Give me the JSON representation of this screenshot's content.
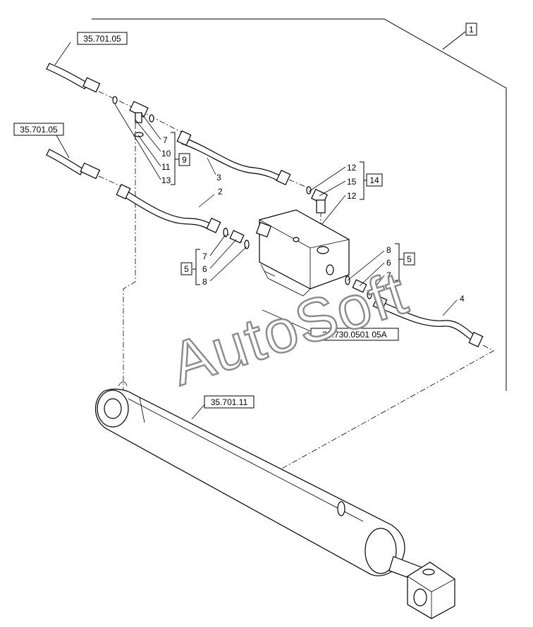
{
  "references": {
    "hose_upper": "35.701.05",
    "hose_lower": "35.701.05",
    "valve": "35.730.0501 05A",
    "cylinder": "35.701.11"
  },
  "kits": {
    "kit_1": "1",
    "kit_9": "9",
    "kit_14": "14",
    "kit_5_left": "5",
    "kit_5_right": "5"
  },
  "callouts": {
    "c7_top": "7",
    "c10": "10",
    "c11": "11",
    "c13": "13",
    "c3": "3",
    "c2": "2",
    "c12_top": "12",
    "c15": "15",
    "c12_bottom": "12",
    "c7_left": "7",
    "c6_left": "6",
    "c8_left": "8",
    "c8_right": "8",
    "c6_right": "6",
    "c7_right": "7",
    "c4": "4"
  },
  "watermark": "AutoSoft"
}
